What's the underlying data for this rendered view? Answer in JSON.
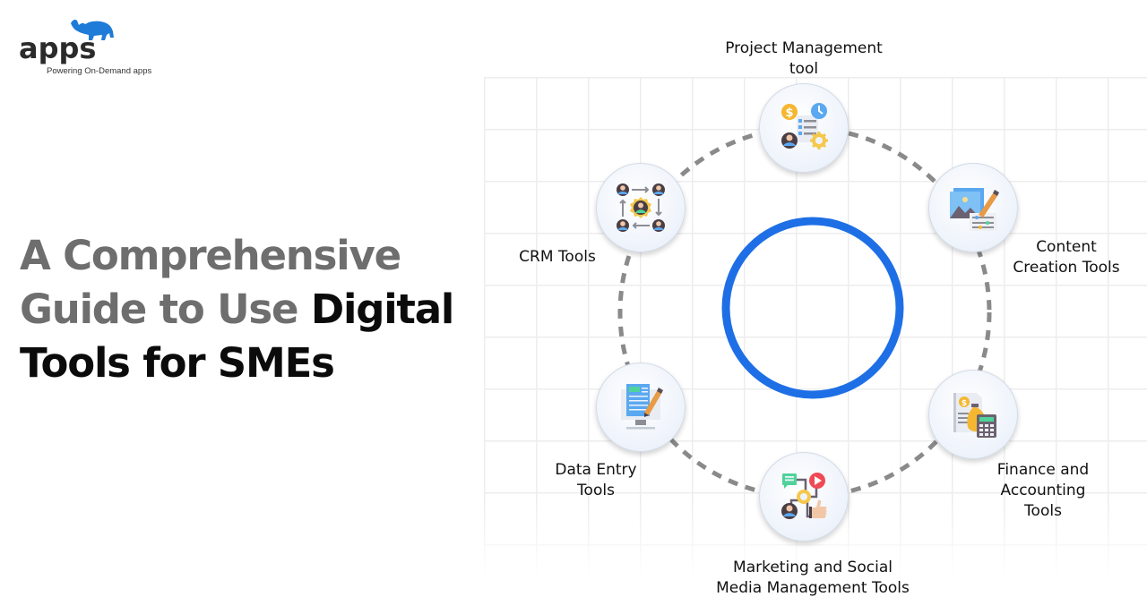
{
  "brand": {
    "logo_text": "apps",
    "tagline": "Powering On-Demand apps",
    "accent_color": "#1E7BD8",
    "logo_icon": "rhino-icon"
  },
  "headline": {
    "line1": "A Comprehensive",
    "line2_muted": "Guide to Use ",
    "line2_strong": "Digital",
    "line3": "Tools for SMEs",
    "muted_color": "#6E6E6E",
    "strong_color": "#0B0B0B"
  },
  "diagram": {
    "center_ring_color": "#1E6FE6",
    "connector_color": "#8A8A8A",
    "nodes": [
      {
        "id": "project-management",
        "icon": "project-management-icon",
        "label_lines": [
          "Project Management",
          "tool"
        ]
      },
      {
        "id": "content-creation",
        "icon": "content-creation-icon",
        "label_lines": [
          "Content",
          "Creation Tools"
        ]
      },
      {
        "id": "finance-accounting",
        "icon": "finance-accounting-icon",
        "label_lines": [
          "Finance and",
          "Accounting",
          "Tools"
        ]
      },
      {
        "id": "marketing-social",
        "icon": "marketing-social-icon",
        "label_lines": [
          "Marketing and Social",
          "Media Management Tools"
        ]
      },
      {
        "id": "data-entry",
        "icon": "data-entry-icon",
        "label_lines": [
          "Data Entry",
          "Tools"
        ]
      },
      {
        "id": "crm",
        "icon": "crm-icon",
        "label_lines": [
          "CRM Tools"
        ]
      }
    ]
  }
}
